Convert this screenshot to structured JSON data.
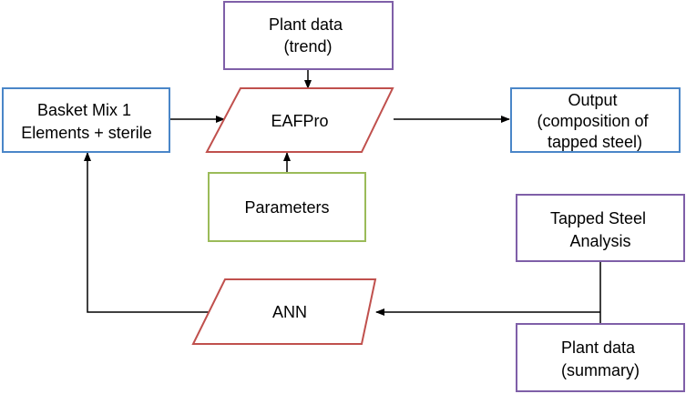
{
  "nodes": {
    "plant_data_trend": {
      "lines": [
        "Plant data",
        "(trend)"
      ],
      "shape": "rectangle",
      "border_color": "#7f5fa8"
    },
    "basket_mix": {
      "lines": [
        "Basket Mix 1",
        "Elements + sterile"
      ],
      "shape": "rectangle",
      "border_color": "#4a86c8"
    },
    "eafpro": {
      "lines": [
        "EAFPro"
      ],
      "shape": "parallelogram",
      "border_color": "#c0504d"
    },
    "output": {
      "lines": [
        "Output",
        "(composition of",
        "tapped steel)"
      ],
      "shape": "rectangle",
      "border_color": "#4a86c8"
    },
    "parameters": {
      "lines": [
        "Parameters"
      ],
      "shape": "rectangle",
      "border_color": "#9bbb59"
    },
    "tapped_steel": {
      "lines": [
        "Tapped Steel",
        "Analysis"
      ],
      "shape": "rectangle",
      "border_color": "#7f5fa8"
    },
    "ann": {
      "lines": [
        "ANN"
      ],
      "shape": "parallelogram",
      "border_color": "#c0504d"
    },
    "plant_data_summary": {
      "lines": [
        "Plant data",
        "(summary)"
      ],
      "shape": "rectangle",
      "border_color": "#7f5fa8"
    }
  },
  "edges": [
    {
      "from": "plant_data_trend",
      "to": "eafpro"
    },
    {
      "from": "basket_mix",
      "to": "eafpro"
    },
    {
      "from": "parameters",
      "to": "eafpro"
    },
    {
      "from": "eafpro",
      "to": "output"
    },
    {
      "from": "tapped_steel",
      "to": "ann"
    },
    {
      "from": "plant_data_summary",
      "to": "ann"
    },
    {
      "from": "ann",
      "to": "basket_mix"
    }
  ]
}
